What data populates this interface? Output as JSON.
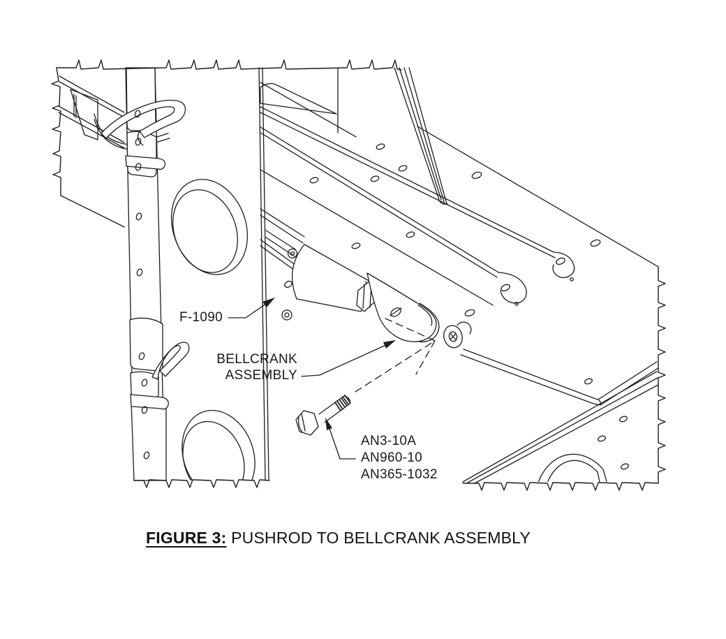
{
  "figure": {
    "caption_label": "FIGURE 3:",
    "caption_text": " PUSHROD TO BELLCRANK ASSEMBLY"
  },
  "labels": {
    "bulkhead": "F-1090",
    "bellcrank_line1": "BELLCRANK",
    "bellcrank_line2": "ASSEMBLY",
    "hardware_line1": "AN3-10A",
    "hardware_line2": "AN960-10",
    "hardware_line3": "AN365-1032"
  },
  "colors": {
    "line": "#1c1c1c",
    "background": "#ffffff",
    "text": "#1a1a1a"
  }
}
